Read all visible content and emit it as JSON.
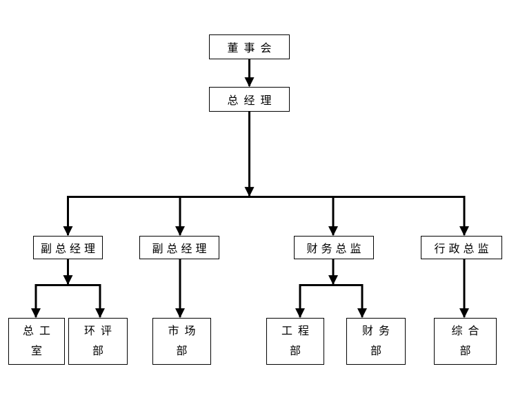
{
  "diagram": {
    "type": "org-chart",
    "background_color": "#ffffff",
    "line_color": "#000000",
    "text_color": "#000000",
    "nodes": {
      "board": {
        "label": "董事会"
      },
      "gm": {
        "label": "总经理"
      },
      "vgm1": {
        "label": "副总经理"
      },
      "vgm2": {
        "label": "副总经理"
      },
      "cfo": {
        "label": "财务总监"
      },
      "cao": {
        "label": "行政总监"
      },
      "dept_zgs": {
        "line1": "总工",
        "line2": "室"
      },
      "dept_hpb": {
        "line1": "环评",
        "line2": "部"
      },
      "dept_scb": {
        "line1": "市场",
        "line2": "部"
      },
      "dept_gcb": {
        "line1": "工程",
        "line2": "部"
      },
      "dept_cwb": {
        "line1": "财务",
        "line2": "部"
      },
      "dept_zhb": {
        "line1": "综合",
        "line2": "部"
      }
    },
    "edges": [
      {
        "from": "board",
        "to": "gm"
      },
      {
        "from": "gm",
        "to": "vgm1"
      },
      {
        "from": "gm",
        "to": "vgm2"
      },
      {
        "from": "gm",
        "to": "cfo"
      },
      {
        "from": "gm",
        "to": "cao"
      },
      {
        "from": "vgm1",
        "to": "dept_zgs"
      },
      {
        "from": "vgm1",
        "to": "dept_hpb"
      },
      {
        "from": "vgm2",
        "to": "dept_scb"
      },
      {
        "from": "cfo",
        "to": "dept_gcb"
      },
      {
        "from": "cfo",
        "to": "dept_cwb"
      },
      {
        "from": "cao",
        "to": "dept_zhb"
      }
    ]
  }
}
